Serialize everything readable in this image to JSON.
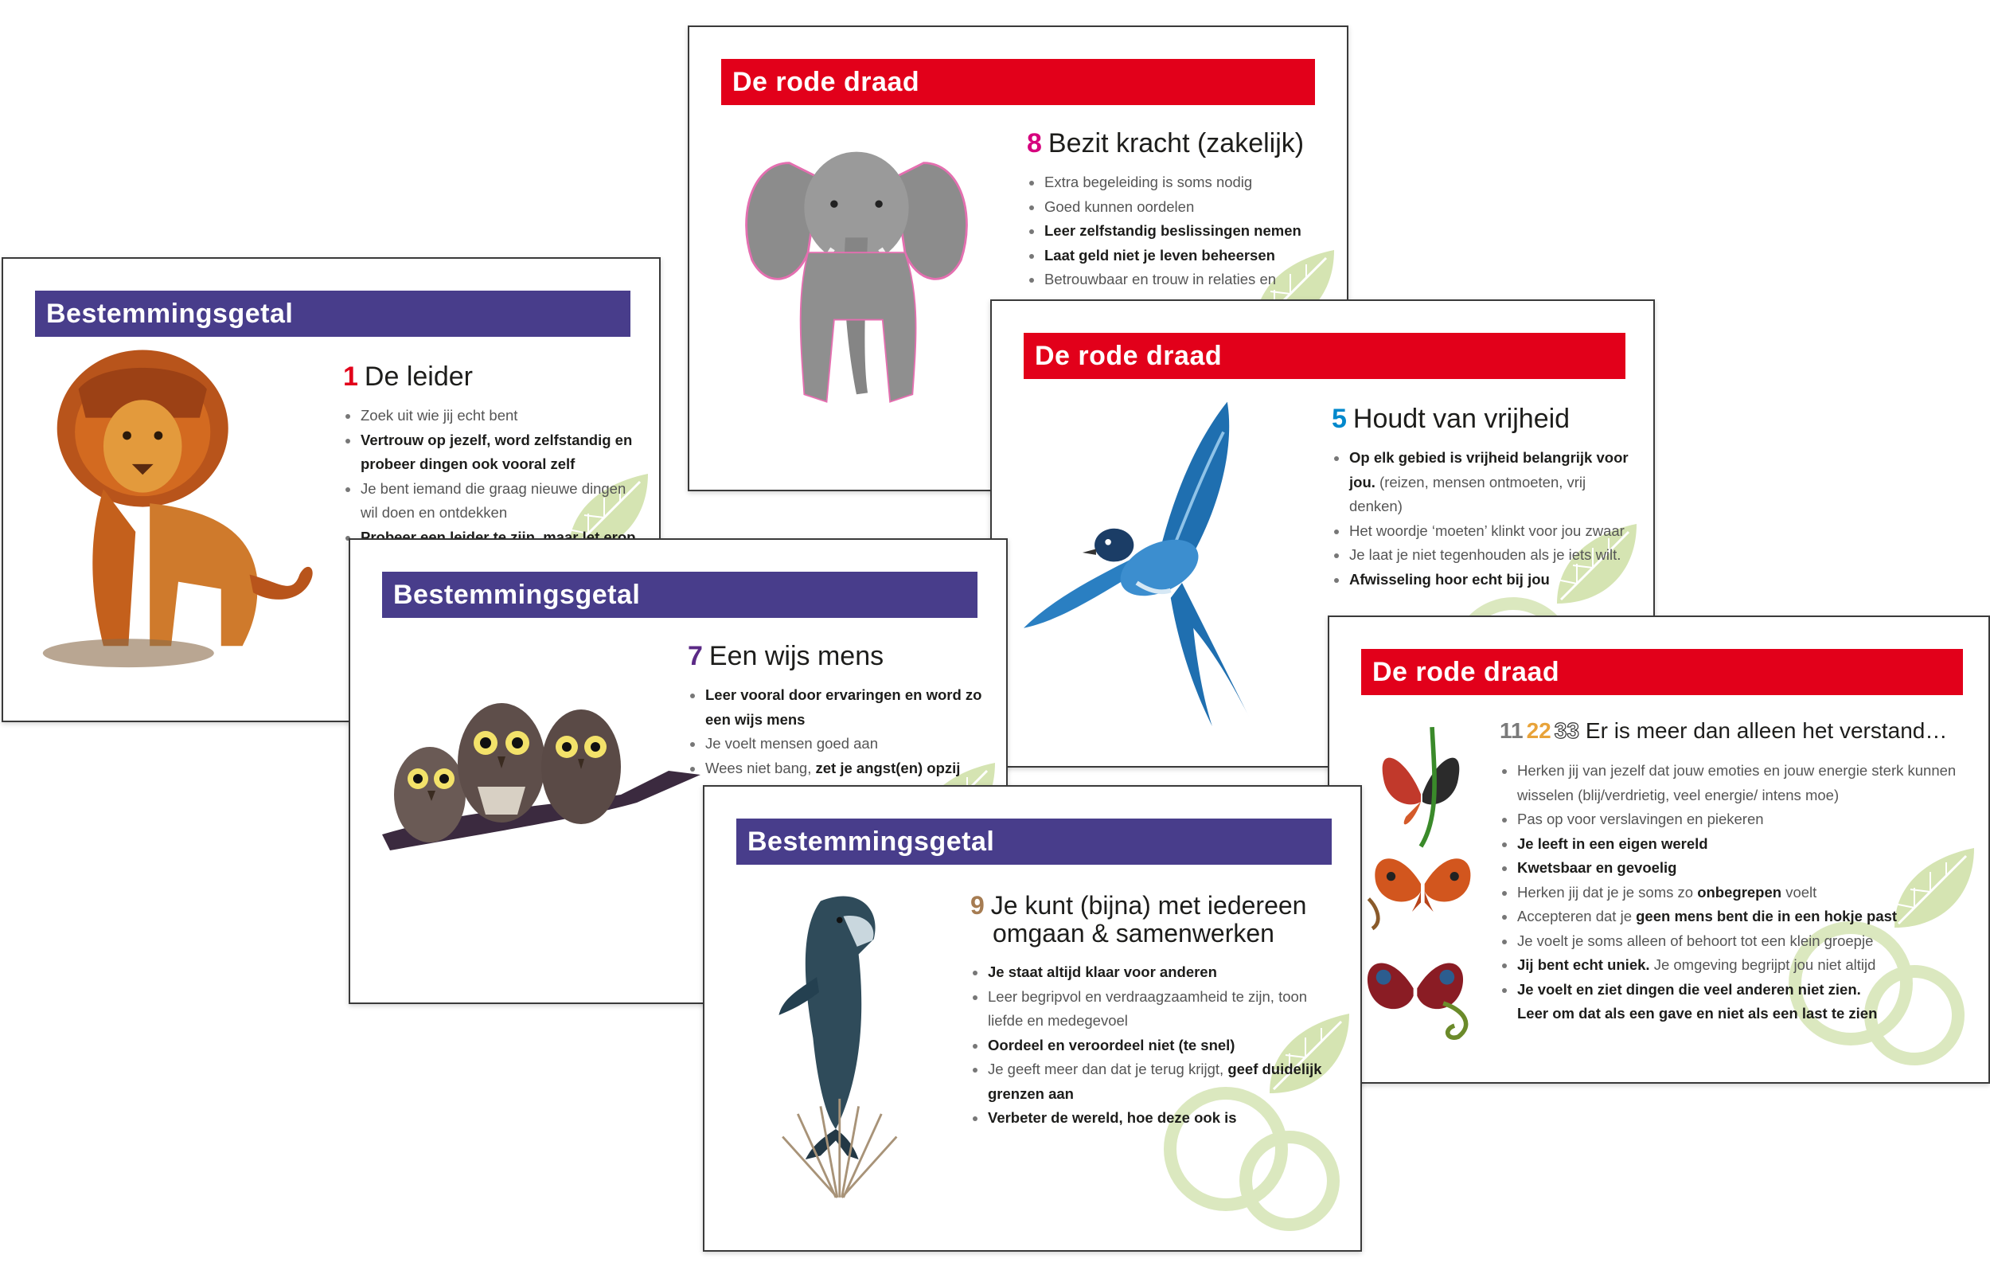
{
  "colors": {
    "purple": "#483d8b",
    "red": "#e2001a",
    "num_red": "#e2001a",
    "num_pink": "#d6007e",
    "num_blue": "#0088cc",
    "num_purple": "#5b2a86",
    "num_gold": "#a67c52",
    "num_grey": "#7a7a7a",
    "num_orange": "#e8a33a",
    "leaf": "#c9dca0"
  },
  "cards": {
    "lion": {
      "banner": "Bestemmingsgetal",
      "number": "1",
      "title": "De leider",
      "icon": "lion-illustration",
      "bullets": [
        "Zoek uit wie jij echt bent",
        "Vertrouw op jezelf, word zelfstandig en probeer dingen ook vooral zelf",
        "Je bent iemand die graag nieuwe dingen wil doen en ontdekken",
        "Probeer een leider te zijn, maar let erop"
      ]
    },
    "elephant": {
      "banner": "De rode draad",
      "number": "8",
      "title": "Bezit kracht (zakelijk)",
      "icon": "elephant-illustration",
      "bullets": [
        "Extra begeleiding is soms nodig",
        "Goed kunnen oordelen",
        "Leer zelfstandig beslissingen nemen",
        "Laat geld niet je leven beheersen",
        "Betrouwbaar en trouw in relaties en"
      ]
    },
    "swallow": {
      "banner": "De rode draad",
      "number": "5",
      "title": "Houdt van vrijheid",
      "icon": "swallow-illustration",
      "bullets": [
        "Op elk gebied is vrijheid belangrijk voor jou.",
        "(reizen, mensen ontmoeten, vrij denken)",
        "Het woordje ‘moeten’ klinkt voor jou zwaar",
        "Je laat je niet tegenhouden als je iets wilt.",
        "Afwisseling hoor echt bij jou"
      ]
    },
    "owls": {
      "banner": "Bestemmingsgetal",
      "number": "7",
      "title": "Een wijs mens",
      "icon": "owls-illustration",
      "bullets": [
        "Leer vooral door ervaringen en word zo een wijs mens",
        "Je voelt mensen goed aan",
        "Wees niet bang,",
        "zet je angst(en) opzij"
      ]
    },
    "dolphin": {
      "banner": "Bestemmingsgetal",
      "number": "9",
      "title_line1": "Je kunt (bijna) met iedereen",
      "title_line2": "omgaan & samenwerken",
      "icon": "dolphin-illustration",
      "bullets": [
        "Je staat altijd klaar voor anderen",
        "Leer begripvol en verdraagzaamheid te zijn, toon liefde en medegevoel",
        "Oordeel en veroordeel niet (te snel)",
        "Je geeft meer dan dat je terug krijgt,",
        "geef duidelijk grenzen aan",
        "Verbeter de wereld, hoe deze ook is"
      ]
    },
    "butterflies": {
      "banner": "De rode draad",
      "numbers": [
        "11",
        "22",
        "33"
      ],
      "title": "Er is meer dan alleen het verstand…",
      "icon": "butterflies-illustration",
      "bullets": [
        "Herken jij van jezelf dat jouw emoties en jouw energie sterk kunnen wisselen (blij/verdrietig, veel energie/ intens moe)",
        "Pas op voor verslavingen en piekeren",
        "Je leeft in een eigen wereld",
        "Kwetsbaar en gevoelig",
        "Herken jij dat je je soms zo",
        "onbegrepen",
        "voelt",
        "Accepteren dat je",
        "geen mens bent die in een hokje past",
        "Je voelt je soms alleen of behoort tot een klein groepje",
        "Jij bent echt uniek.",
        "Je omgeving begrijpt jou niet altijd",
        "Je voelt en ziet dingen die veel anderen niet zien.",
        "Leer om dat als een gave en niet als een last te zien"
      ]
    }
  }
}
